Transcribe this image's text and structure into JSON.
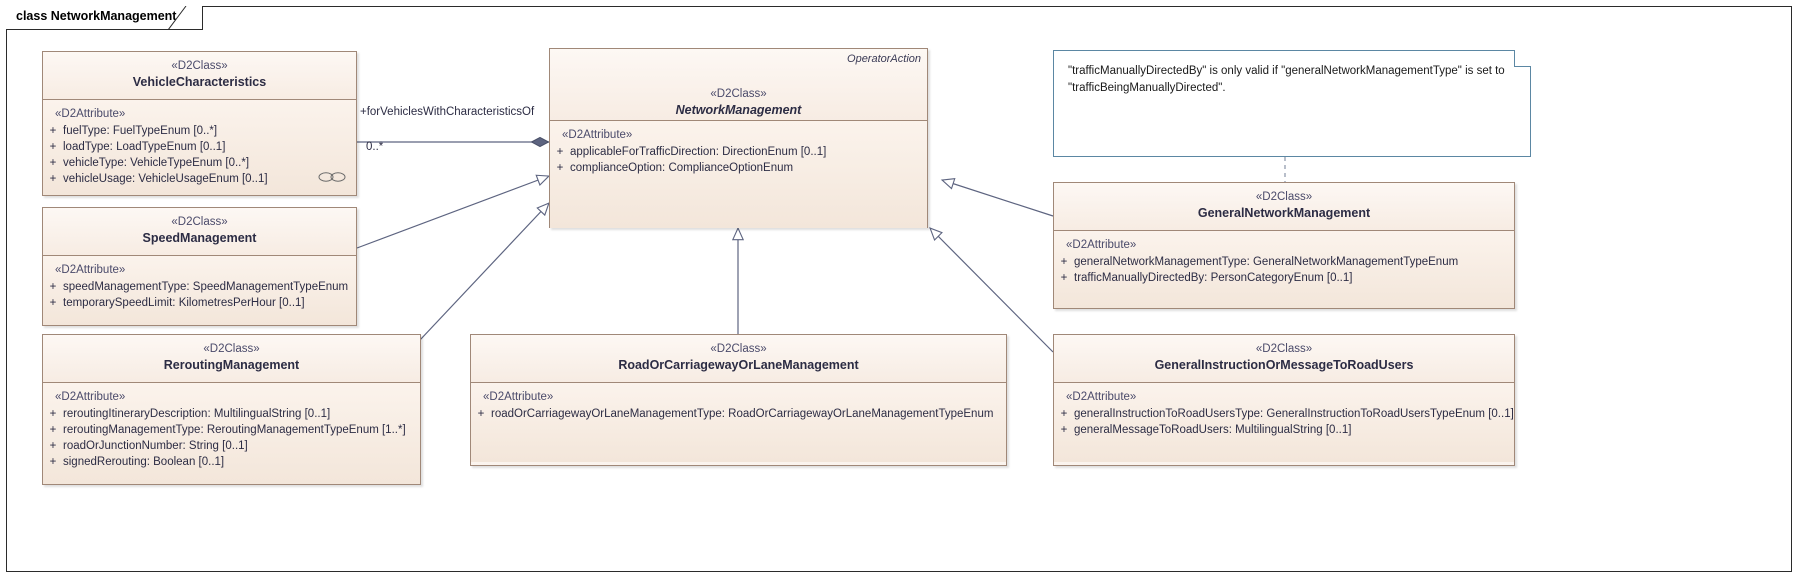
{
  "diagram": {
    "frame_label": "class NetworkManagement",
    "accent_border": "#a08878",
    "accent_fill": "#fbf4ee",
    "note_border": "#5b87a3",
    "connector_color": "#5d6480"
  },
  "classes": {
    "vehicle_characteristics": {
      "stereotype": "«D2Class»",
      "name": "VehicleCharacteristics",
      "attr_stereotype": "«D2Attribute»",
      "attributes": [
        {
          "vis": "+",
          "text": "fuelType: FuelTypeEnum [0..*]"
        },
        {
          "vis": "+",
          "text": "loadType: LoadTypeEnum [0..1]"
        },
        {
          "vis": "+",
          "text": "vehicleType: VehicleTypeEnum [0..*]"
        },
        {
          "vis": "+",
          "text": "vehicleUsage: VehicleUsageEnum [0..1]"
        }
      ]
    },
    "speed_management": {
      "stereotype": "«D2Class»",
      "name": "SpeedManagement",
      "attr_stereotype": "«D2Attribute»",
      "attributes": [
        {
          "vis": "+",
          "text": "speedManagementType: SpeedManagementTypeEnum"
        },
        {
          "vis": "+",
          "text": "temporarySpeedLimit: KilometresPerHour [0..1]"
        }
      ]
    },
    "network_management": {
      "stereotype": "«D2Class»",
      "name": "NetworkManagement",
      "parent_tag": "OperatorAction",
      "attr_stereotype": "«D2Attribute»",
      "attributes": [
        {
          "vis": "+",
          "text": "applicableForTrafficDirection: DirectionEnum [0..1]"
        },
        {
          "vis": "+",
          "text": "complianceOption: ComplianceOptionEnum"
        }
      ]
    },
    "general_network_management": {
      "stereotype": "«D2Class»",
      "name": "GeneralNetworkManagement",
      "attr_stereotype": "«D2Attribute»",
      "attributes": [
        {
          "vis": "+",
          "text": "generalNetworkManagementType: GeneralNetworkManagementTypeEnum"
        },
        {
          "vis": "+",
          "text": "trafficManuallyDirectedBy: PersonCategoryEnum [0..1]"
        }
      ]
    },
    "rerouting_management": {
      "stereotype": "«D2Class»",
      "name": "ReroutingManagement",
      "attr_stereotype": "«D2Attribute»",
      "attributes": [
        {
          "vis": "+",
          "text": "reroutingItineraryDescription: MultilingualString [0..1]"
        },
        {
          "vis": "+",
          "text": "reroutingManagementType: ReroutingManagementTypeEnum [1..*]"
        },
        {
          "vis": "+",
          "text": "roadOrJunctionNumber: String [0..1]"
        },
        {
          "vis": "+",
          "text": "signedRerouting: Boolean [0..1]"
        }
      ]
    },
    "road_or_carriageway_or_lane_management": {
      "stereotype": "«D2Class»",
      "name": "RoadOrCarriagewayOrLaneManagement",
      "attr_stereotype": "«D2Attribute»",
      "attributes": [
        {
          "vis": "+",
          "text": "roadOrCarriagewayOrLaneManagementType: RoadOrCarriagewayOrLaneManagementTypeEnum"
        }
      ]
    },
    "general_instruction_or_message_to_road_users": {
      "stereotype": "«D2Class»",
      "name": "GeneralInstructionOrMessageToRoadUsers",
      "attr_stereotype": "«D2Attribute»",
      "attributes": [
        {
          "vis": "+",
          "text": "generalInstructionToRoadUsersType: GeneralInstructionToRoadUsersTypeEnum [0..1]"
        },
        {
          "vis": "+",
          "text": "generalMessageToRoadUsers: MultilingualString [0..1]"
        }
      ]
    }
  },
  "note": {
    "line1": "\"trafficManuallyDirectedBy\" is only valid if \"generalNetworkManagementType\" is set to",
    "line2": "\"trafficBeingManuallyDirected\"."
  },
  "edges": {
    "association_role": "+forVehiclesWithCharacteristicsOf",
    "association_multiplicity": "0..*"
  }
}
